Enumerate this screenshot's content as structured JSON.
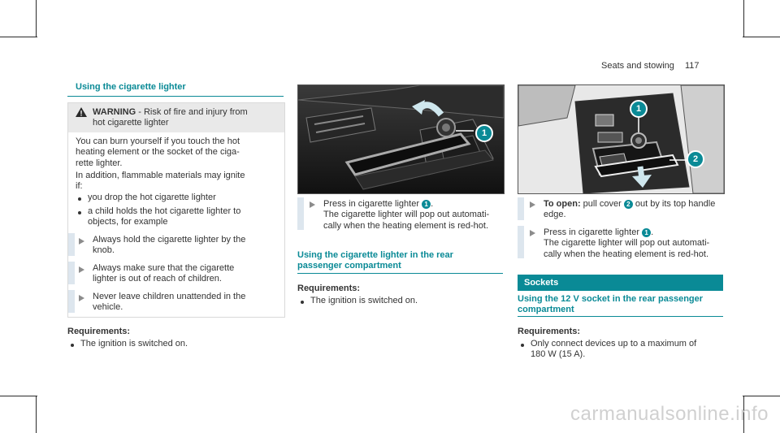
{
  "header": {
    "section": "Seats and stowing",
    "page_number": "117"
  },
  "left": {
    "title": "Using the cigarette lighter",
    "warning": {
      "label": "WARNING",
      "headline": " - Risk of fire and injury from",
      "headline2": "hot cigarette lighter",
      "para1": [
        "You can burn yourself if you touch the hot",
        "heating element or the socket of the ciga-",
        "rette lighter."
      ],
      "para2": [
        "In addition, flammable materials may ignite",
        "if:"
      ],
      "bullets": [
        [
          "you drop the hot cigarette lighter"
        ],
        [
          "a child holds the hot cigarette lighter to",
          "objects, for example"
        ]
      ],
      "steps": [
        [
          "Always hold the cigarette lighter by the",
          "knob."
        ],
        [
          "Always make sure that the cigarette",
          "lighter is out of reach of children."
        ],
        [
          "Never leave children unattended in the",
          "vehicle."
        ]
      ]
    },
    "requirements_label": "Requirements:",
    "requirements": [
      "The ignition is switched on."
    ]
  },
  "middle": {
    "step1_line1": "Press in cigarette lighter ",
    "step1_callout": "1",
    "step1_line2": "The cigarette lighter will pop out automati-",
    "step1_line3": "cally when the heating element is red-hot.",
    "section_title_line1": "Using the cigarette lighter in the rear",
    "section_title_line2": "passenger compartment",
    "requirements_label": "Requirements:",
    "requirements": [
      "The ignition is switched on."
    ],
    "photo_callouts": [
      "1"
    ]
  },
  "right": {
    "step1_label": "To open:",
    "step1_a": " pull cover ",
    "step1_callout": "2",
    "step1_b": " out by its top handle",
    "step1_line2": "edge.",
    "step2_line1": "Press in cigarette lighter ",
    "step2_callout": "1",
    "step2_line2": "The cigarette lighter will pop out automati-",
    "step2_line3": "cally when the heating element is red-hot.",
    "band_title": "Sockets",
    "section_title_line1": "Using the 12 V socket in the rear passenger",
    "section_title_line2": "compartment",
    "requirements_label": "Requirements:",
    "requirements": [
      "Only connect devices up to a maximum of",
      "180 W (15 A)."
    ],
    "photo_callouts": [
      "1",
      "2"
    ]
  },
  "watermark": "carmanualsonline.info"
}
